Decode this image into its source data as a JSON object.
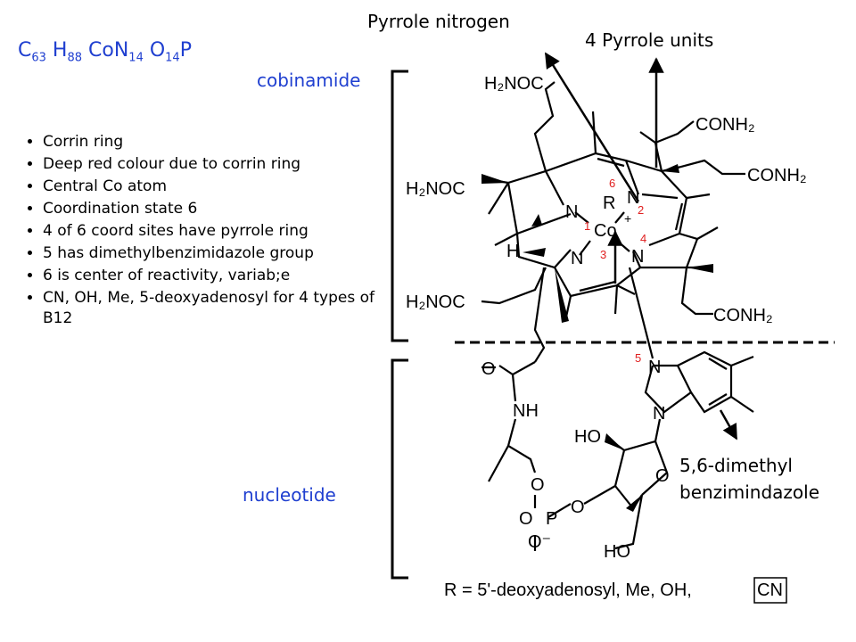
{
  "formula": {
    "c": "C",
    "c_n": "63",
    "h": " H",
    "h_n": "88",
    "co": " CoN",
    "n_n": "14",
    "o": " O",
    "o_n": "14",
    "p": "P"
  },
  "labels": {
    "pyrrole_nitrogen": "Pyrrole nitrogen",
    "four_pyrrole_units": "4 Pyrrole units",
    "cobinamide": "cobinamide",
    "nucleotide": "nucleotide",
    "dmb_line1": "5,6-dimethyl",
    "dmb_line2": "benzimindazole"
  },
  "bullets": [
    "Corrin ring",
    "Deep red colour due to corrin ring",
    "Central Co atom",
    "Coordination state 6",
    "4 of 6 coord sites have pyrrole ring",
    "5 has dimethylbenzimidazole group",
    "6 is center of reactivity, variab;e",
    "CN, OH, Me, 5-deoxyadenosyl for 4 types of B12"
  ],
  "structure": {
    "h2noc": "H₂NOC",
    "conh2": "CONH₂",
    "n": "N",
    "r": "R",
    "co": "Co",
    "plus": "+",
    "h": "H",
    "o": "O",
    "nh": "NH",
    "ho": "HO",
    "p": "P",
    "o_minus": "O⁻",
    "site_1": "1",
    "site_2": "2",
    "site_3": "3",
    "site_4": "4",
    "site_5": "5",
    "site_6": "6",
    "r_legend": "R = 5'-deoxyadenosyl, Me, OH,",
    "cn": "CN"
  },
  "colors": {
    "accent_blue": "#1f3fd0",
    "site_red": "#e02020"
  }
}
